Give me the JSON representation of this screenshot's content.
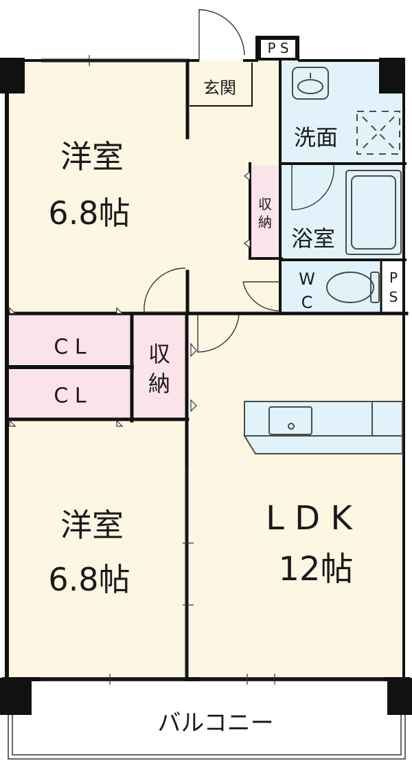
{
  "colors": {
    "western_room": "#fdf6e3",
    "ldk": "#fdf6e3",
    "corridor": "#fdf6e3",
    "entrance": "#fdf6e3",
    "wet_area": "#e2f2fb",
    "closet": "#fbe3ea",
    "storage": "#fbe3ea",
    "balcony": "#ffffff",
    "wall": "#111111",
    "fixture": "#4a4a4a"
  },
  "labels": {
    "ps_top": "P S",
    "entrance": "玄関",
    "washroom": "洗面",
    "storage_hall": [
      "収",
      "納"
    ],
    "bath": "浴室",
    "wc": [
      "W",
      "C"
    ],
    "ps_side": [
      "P",
      "S"
    ],
    "room_top": [
      "洋室",
      "6.8帖"
    ],
    "cl_upper": "C L",
    "cl_lower": "C L",
    "storage_mid": [
      "収",
      "納"
    ],
    "room_bottom": [
      "洋室",
      "6.8帖"
    ],
    "ldk": [
      "L D K",
      "12帖"
    ],
    "balcony": "バルコニー"
  },
  "icons": [
    "door-swing-icon",
    "washbasin-icon",
    "washer-pan-icon",
    "bathtub-icon",
    "toilet-icon",
    "kitchen-sink-icon"
  ]
}
